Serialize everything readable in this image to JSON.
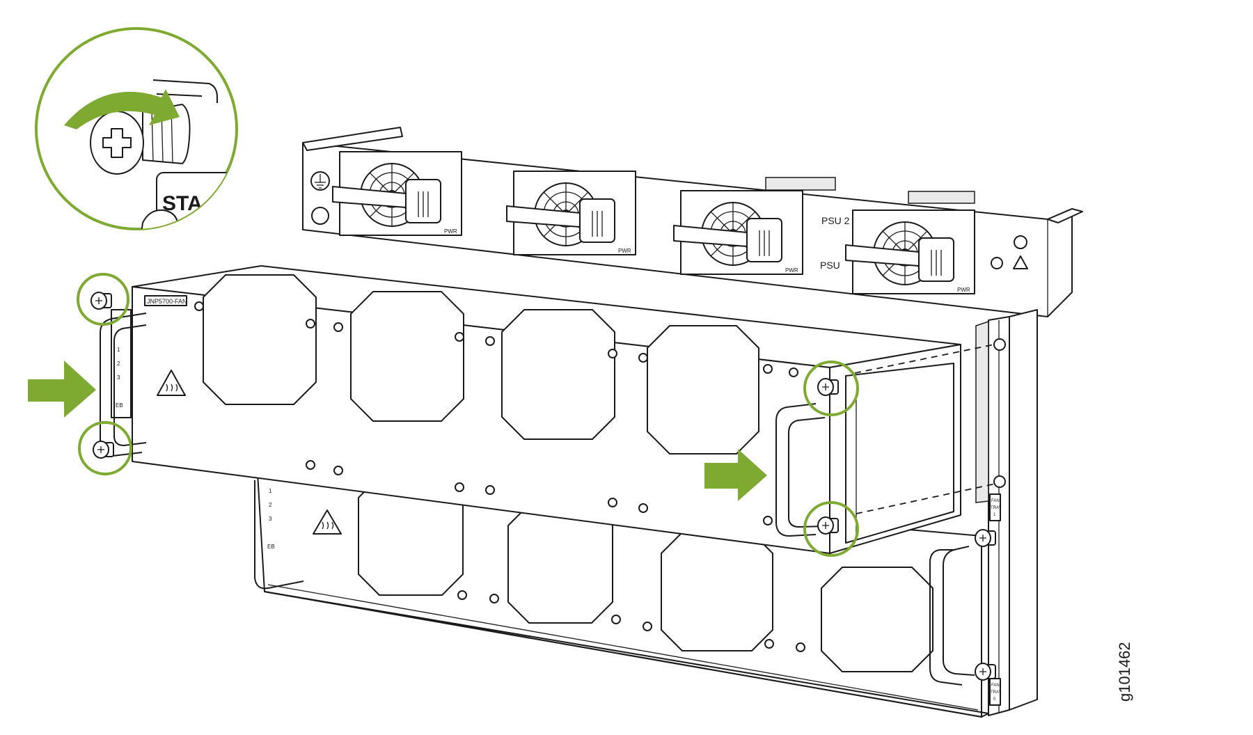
{
  "figure": {
    "id_label": "g101462",
    "accent_color": "#7faa32",
    "line_color": "#1a1a1a",
    "background_color": "#ffffff"
  },
  "labels": {
    "fan_module_model": "JNP5700-FAN",
    "psu_label": "PSU 2",
    "psu_partial_label": "PSU",
    "pwr_label": "PWR",
    "tray_upper": [
      "FAN",
      "TRAY",
      "1"
    ],
    "tray_lower": [
      "FAN",
      "TRAY",
      "0"
    ],
    "led_labels": [
      "1",
      "2",
      "3",
      "EB"
    ],
    "callout_partial_text": "STA"
  },
  "icons": {
    "rotation": "clockwise-arrow-icon",
    "insert_direction": "right-arrow-icon",
    "screw": "captive-screw-icon",
    "hot_surface": "hot-surface-warning-icon",
    "ground": "ground-icon",
    "esd": "esd-warning-icon"
  }
}
